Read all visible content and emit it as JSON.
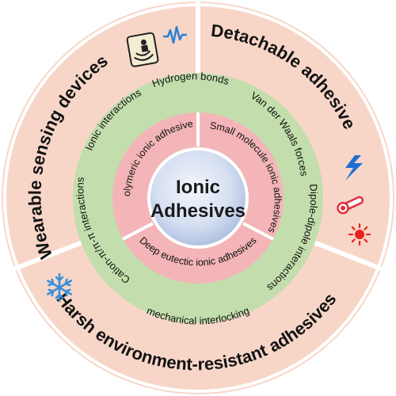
{
  "center": {
    "line1": "Ionic",
    "line2": "Adhesives"
  },
  "outer_ring": {
    "applications": [
      {
        "label": "Wearable sensing devices"
      },
      {
        "label": "Detachable adhesives"
      },
      {
        "label": "Harsh environment-resistant adhesives"
      }
    ]
  },
  "interaction_ring": {
    "items": [
      {
        "label": "Hydrogen bonds"
      },
      {
        "label": "Van der Waals forces"
      },
      {
        "label": "Dipole-dipole interactions"
      },
      {
        "label": "mechanical interlocking"
      },
      {
        "label": "Cation-π/π-π interactions"
      },
      {
        "label": "Ionic interactions"
      }
    ]
  },
  "adhesive_types": {
    "items": [
      {
        "label": "Polymeric ionic adhesives"
      },
      {
        "label": "Small molecule ionic adhesives"
      },
      {
        "label": "Deep eutectic ionic adhesives"
      }
    ]
  },
  "icons": {
    "names": [
      "sensor-tag-icon",
      "waveform-icon",
      "lightning-icon",
      "thermometer-icon",
      "sun-icon",
      "snowflake-icon"
    ]
  },
  "colors": {
    "outer_ring": "#f7d6c8",
    "interaction_ring": "#c3deac",
    "adhesive_ring": "#f3b5b8",
    "center": "#c9d6ee",
    "waveform": "#2a7fd4",
    "lightning": "#1f6fd1",
    "thermometer": "#e0303a",
    "sun": "#e8221c",
    "snowflake": "#3a8fd8"
  }
}
